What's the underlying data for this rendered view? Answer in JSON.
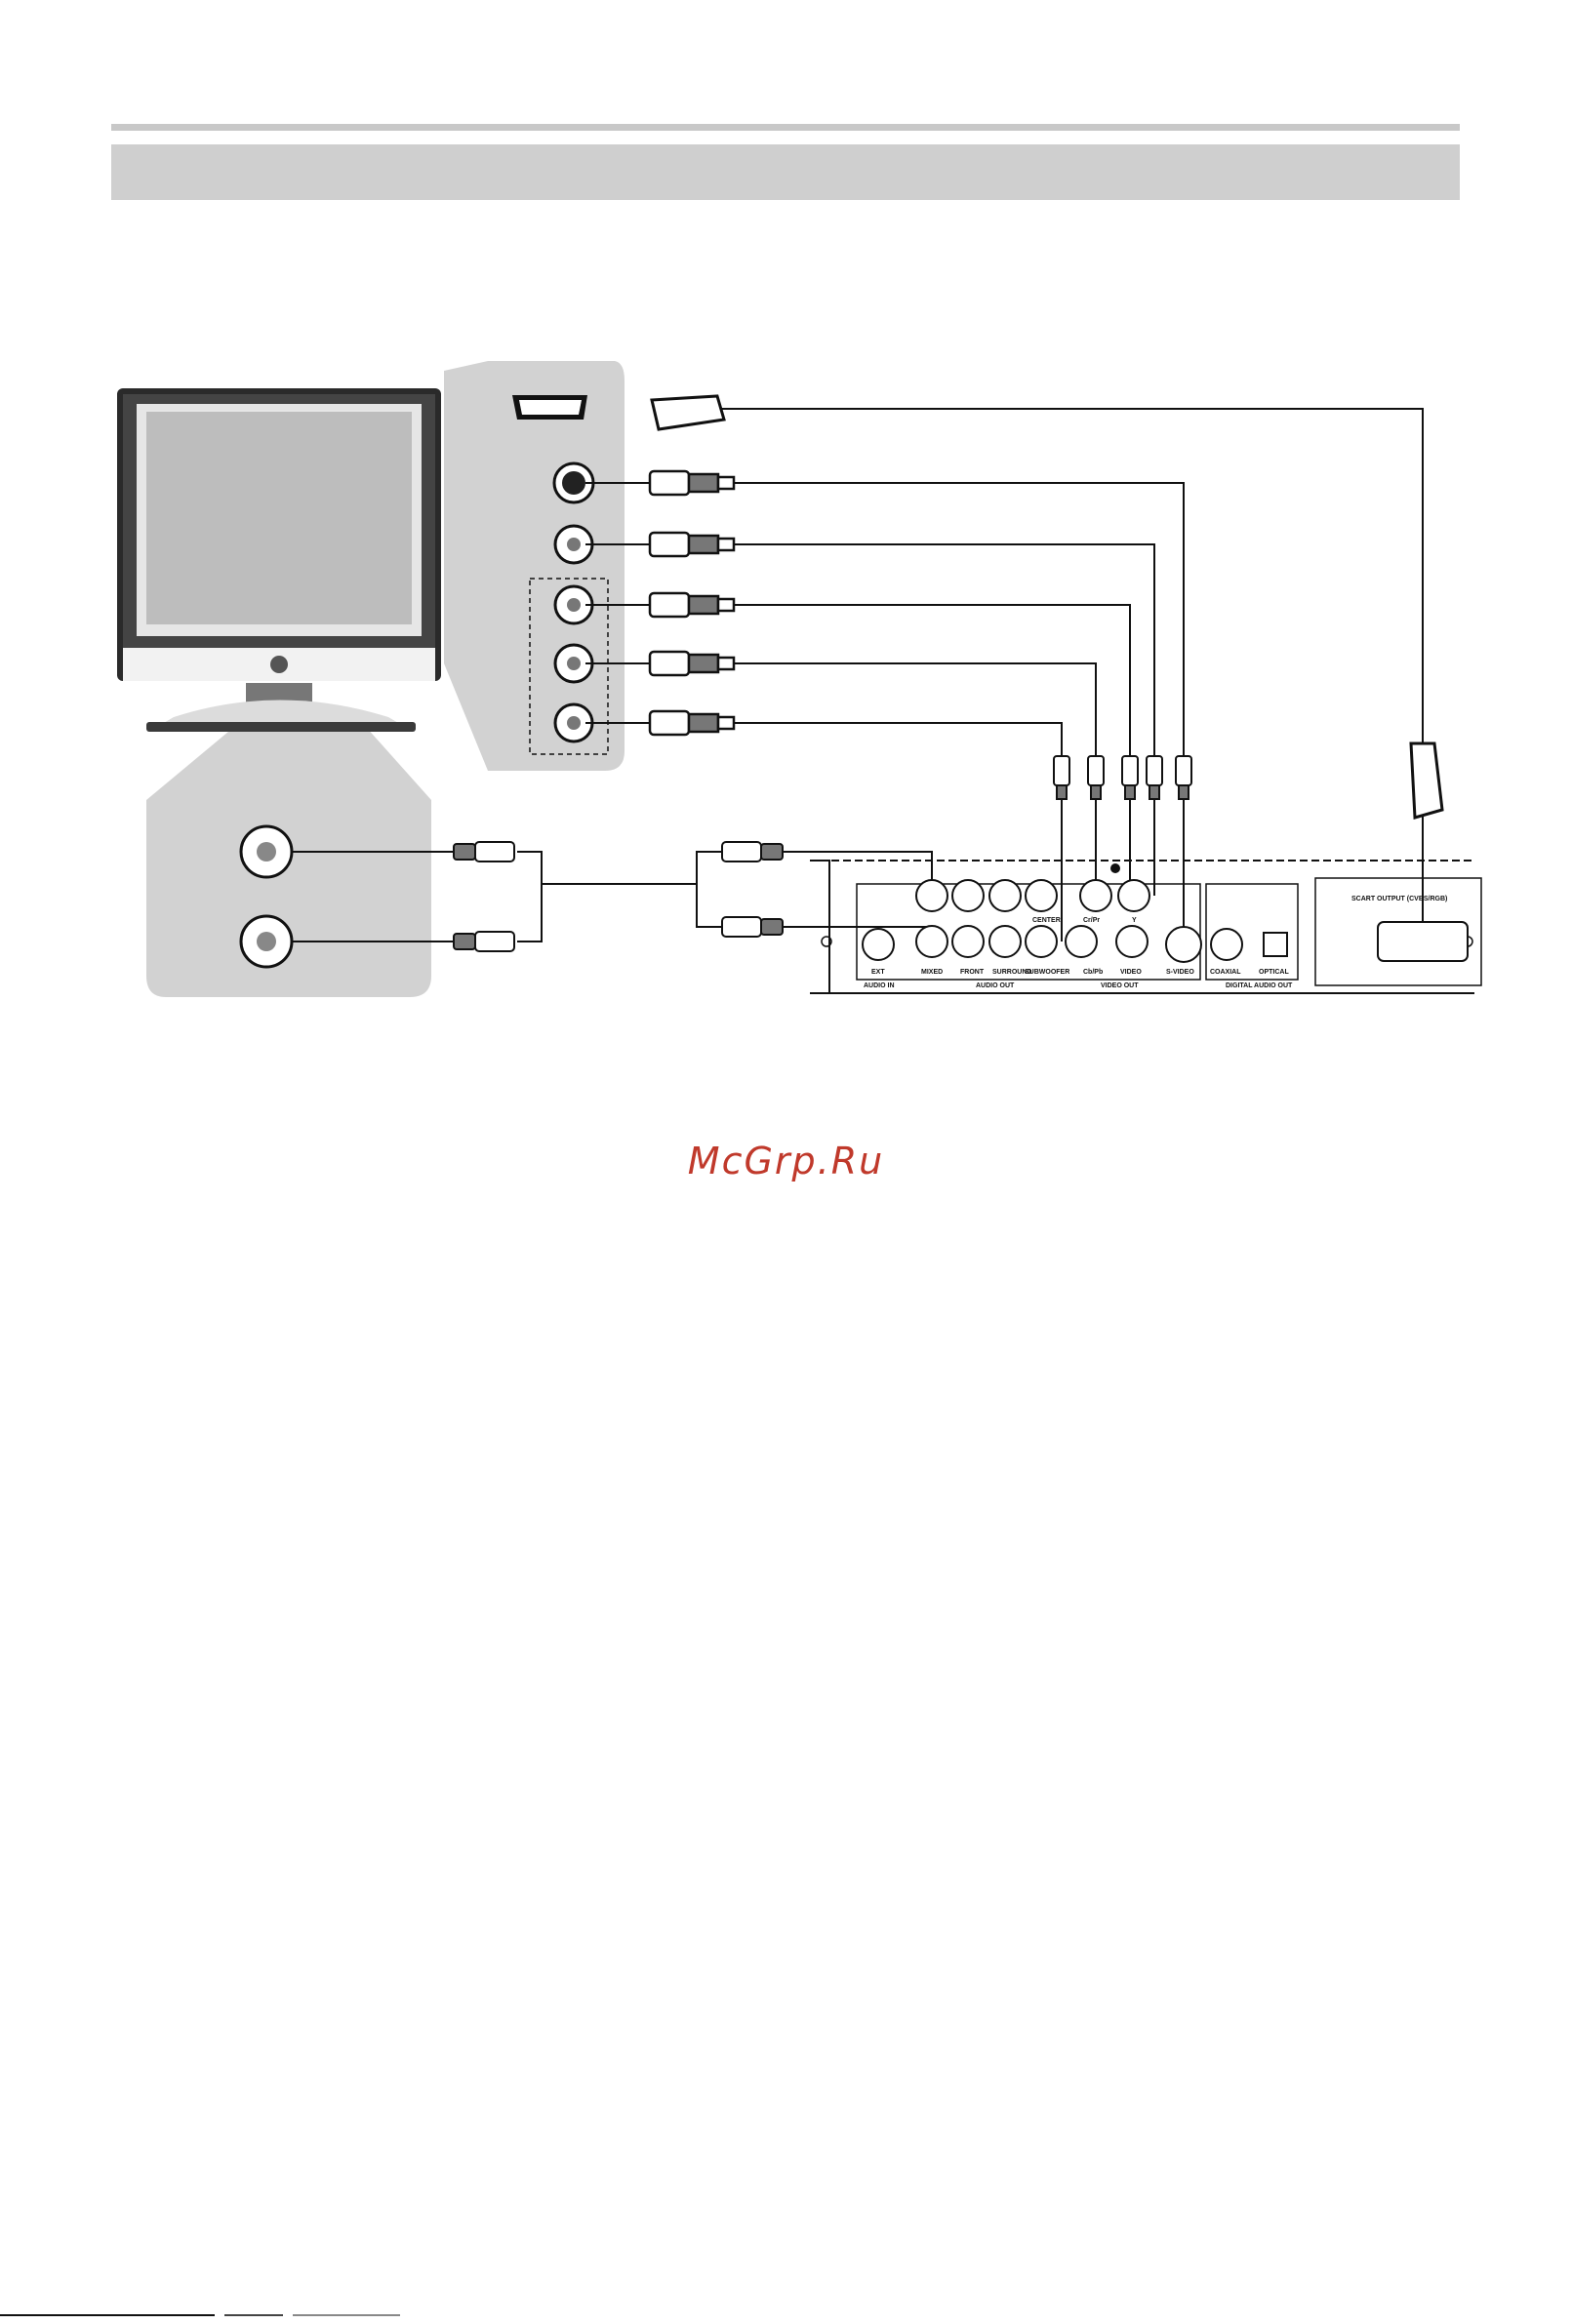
{
  "watermark": "McGrp.Ru",
  "panel_labels": {
    "audio_in": "AUDIO IN",
    "audio_out": "AUDIO OUT",
    "video_out": "VIDEO OUT",
    "digital_audio_out": "DIGITAL AUDIO OUT",
    "ext": "EXT",
    "mixed": "MIXED",
    "front": "FRONT",
    "surround": "SURROUND",
    "subwoofer": "SUBWOOFER",
    "center": "CENTER",
    "pr_cr": "Cr/Pr",
    "pb_cb": "Cb/Pb",
    "y": "Y",
    "video": "VIDEO",
    "s_video": "S-VIDEO",
    "coaxial": "COAXIAL",
    "optical": "OPTICAL",
    "scart_output": "SCART OUTPUT (CVBS/RGB)"
  },
  "colors": {
    "gray_panel": "#d2d2d2",
    "line": "#111111",
    "watermark": "#c0392b"
  }
}
